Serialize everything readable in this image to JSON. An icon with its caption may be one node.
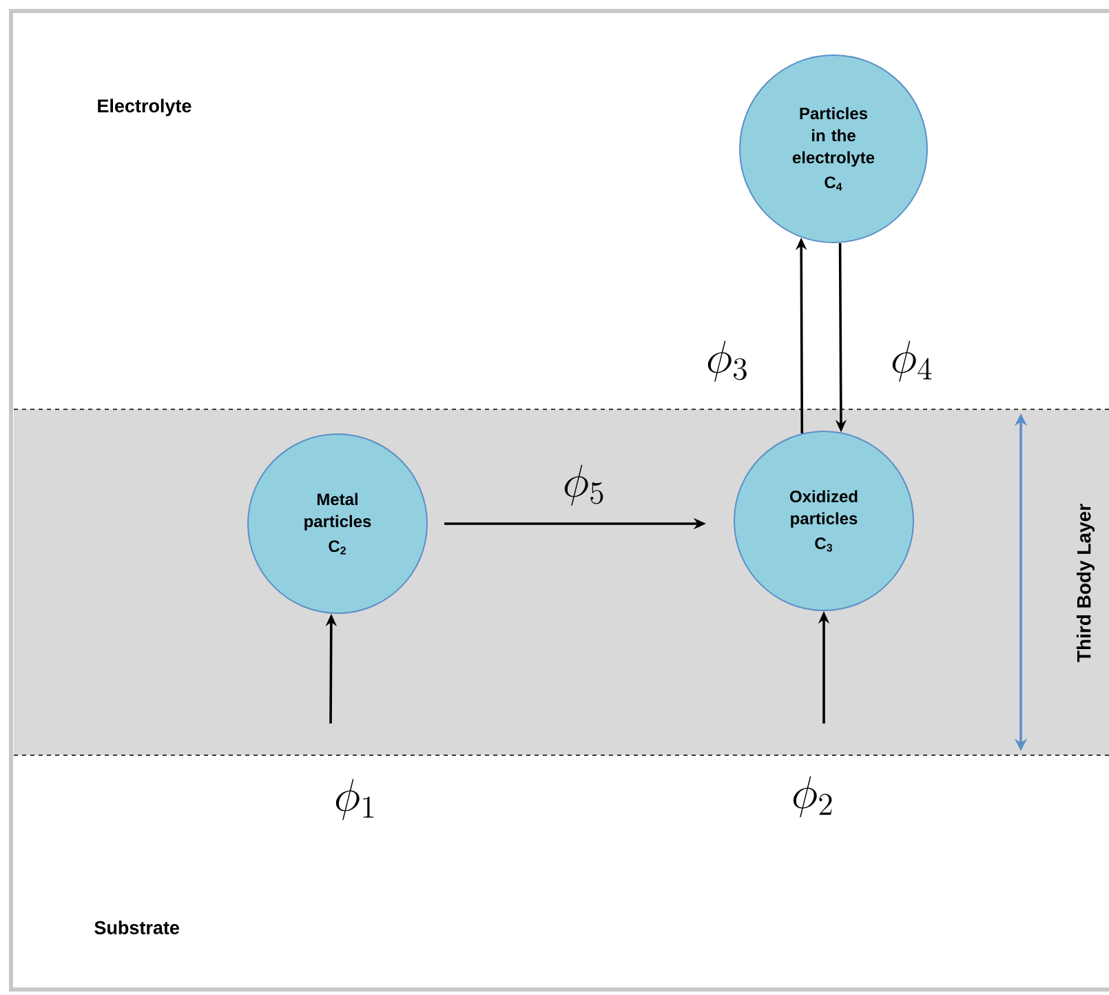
{
  "diagram": {
    "nodes": [
      {
        "text": [
          "Metal particles",
          "C$_{2}$"
        ]
      },
      {
        "text": [
          "Oxidized particles",
          "C$_{3}$"
        ]
      },
      {
        "text": [
          "Particles in the electrolyte",
          "C$_{4}$"
        ]
      }
    ],
    "edges": [
      {
        "from": null,
        "to": 0,
        "arrow": "to",
        "label": "\\phi_1"
      },
      {
        "from": null,
        "to": 1,
        "arrow": "to",
        "label": "\\phi_2"
      },
      {
        "from": 0,
        "to": 1,
        "arrow": "to",
        "label": "\\phi_5"
      },
      {
        "from": 1,
        "to": 2,
        "arrow": "to",
        "label": "\\phi_3"
      },
      {
        "from": 2,
        "to": 1,
        "arrow": "to",
        "label": "\\phi_4"
      }
    ],
    "labels": [
      "Electrolyte",
      "Third Body Layer",
      "Substrate"
    ]
  }
}
